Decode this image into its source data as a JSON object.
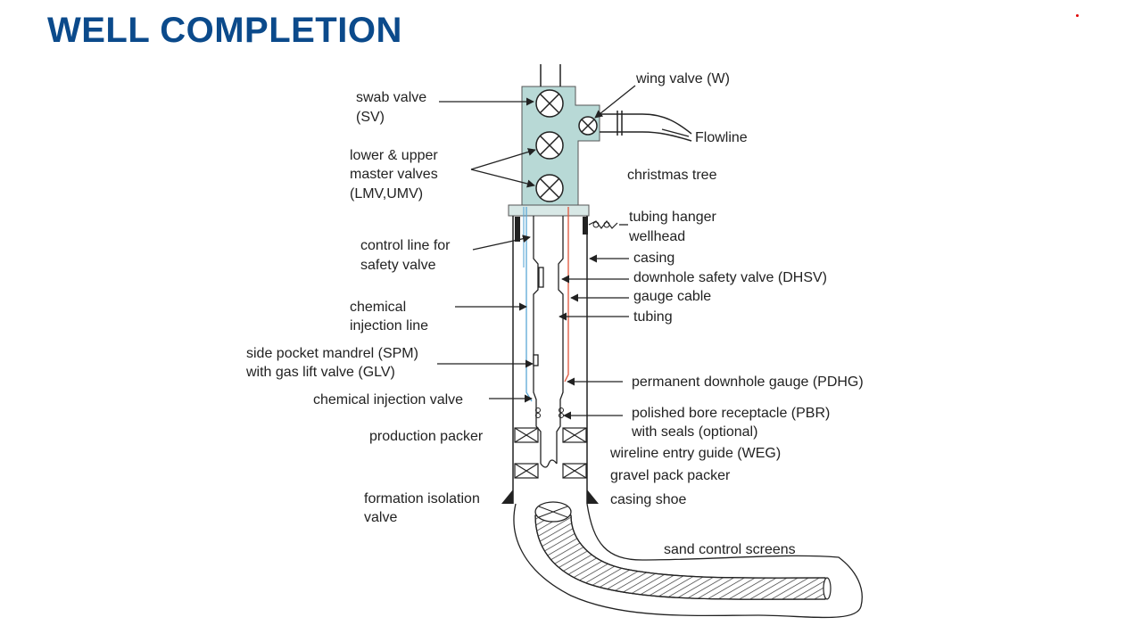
{
  "slide": {
    "title": "WELL COMPLETION"
  },
  "colors": {
    "title": "#0b4a8b",
    "tree_fill": "#b8d9d6",
    "control_line": "#5aa7d6",
    "gauge_cable": "#e0553a",
    "line": "#222222"
  },
  "labels": {
    "swab_valve_1": "swab valve",
    "swab_valve_2": "(SV)",
    "master_valves_1": "lower & upper",
    "master_valves_2": "master valves",
    "master_valves_3": "(LMV,UMV)",
    "wing_valve": "wing valve (W)",
    "flowline": "Flowline",
    "christmas_tree": "christmas tree",
    "tubing_hanger": "tubing hanger",
    "wellhead": "wellhead",
    "casing": "casing",
    "dhsv": "downhole safety valve (DHSV)",
    "gauge_cable": "gauge cable",
    "tubing": "tubing",
    "control_line_1": "control line for",
    "control_line_2": "safety valve",
    "chem_line_1": "chemical",
    "chem_line_2": "injection line",
    "spm_1": "side pocket mandrel (SPM)",
    "spm_2": "with gas lift valve (GLV)",
    "chem_valve": "chemical injection valve",
    "pdhg": "permanent downhole gauge (PDHG)",
    "pbr_1": "polished bore receptacle (PBR)",
    "pbr_2": "with seals (optional)",
    "production_packer": "production packer",
    "weg": "wireline entry guide (WEG)",
    "gravel_pack_packer": "gravel pack packer",
    "fiv_1": "formation isolation",
    "fiv_2": "valve",
    "casing_shoe": "casing shoe",
    "sand_screens": "sand control screens"
  }
}
